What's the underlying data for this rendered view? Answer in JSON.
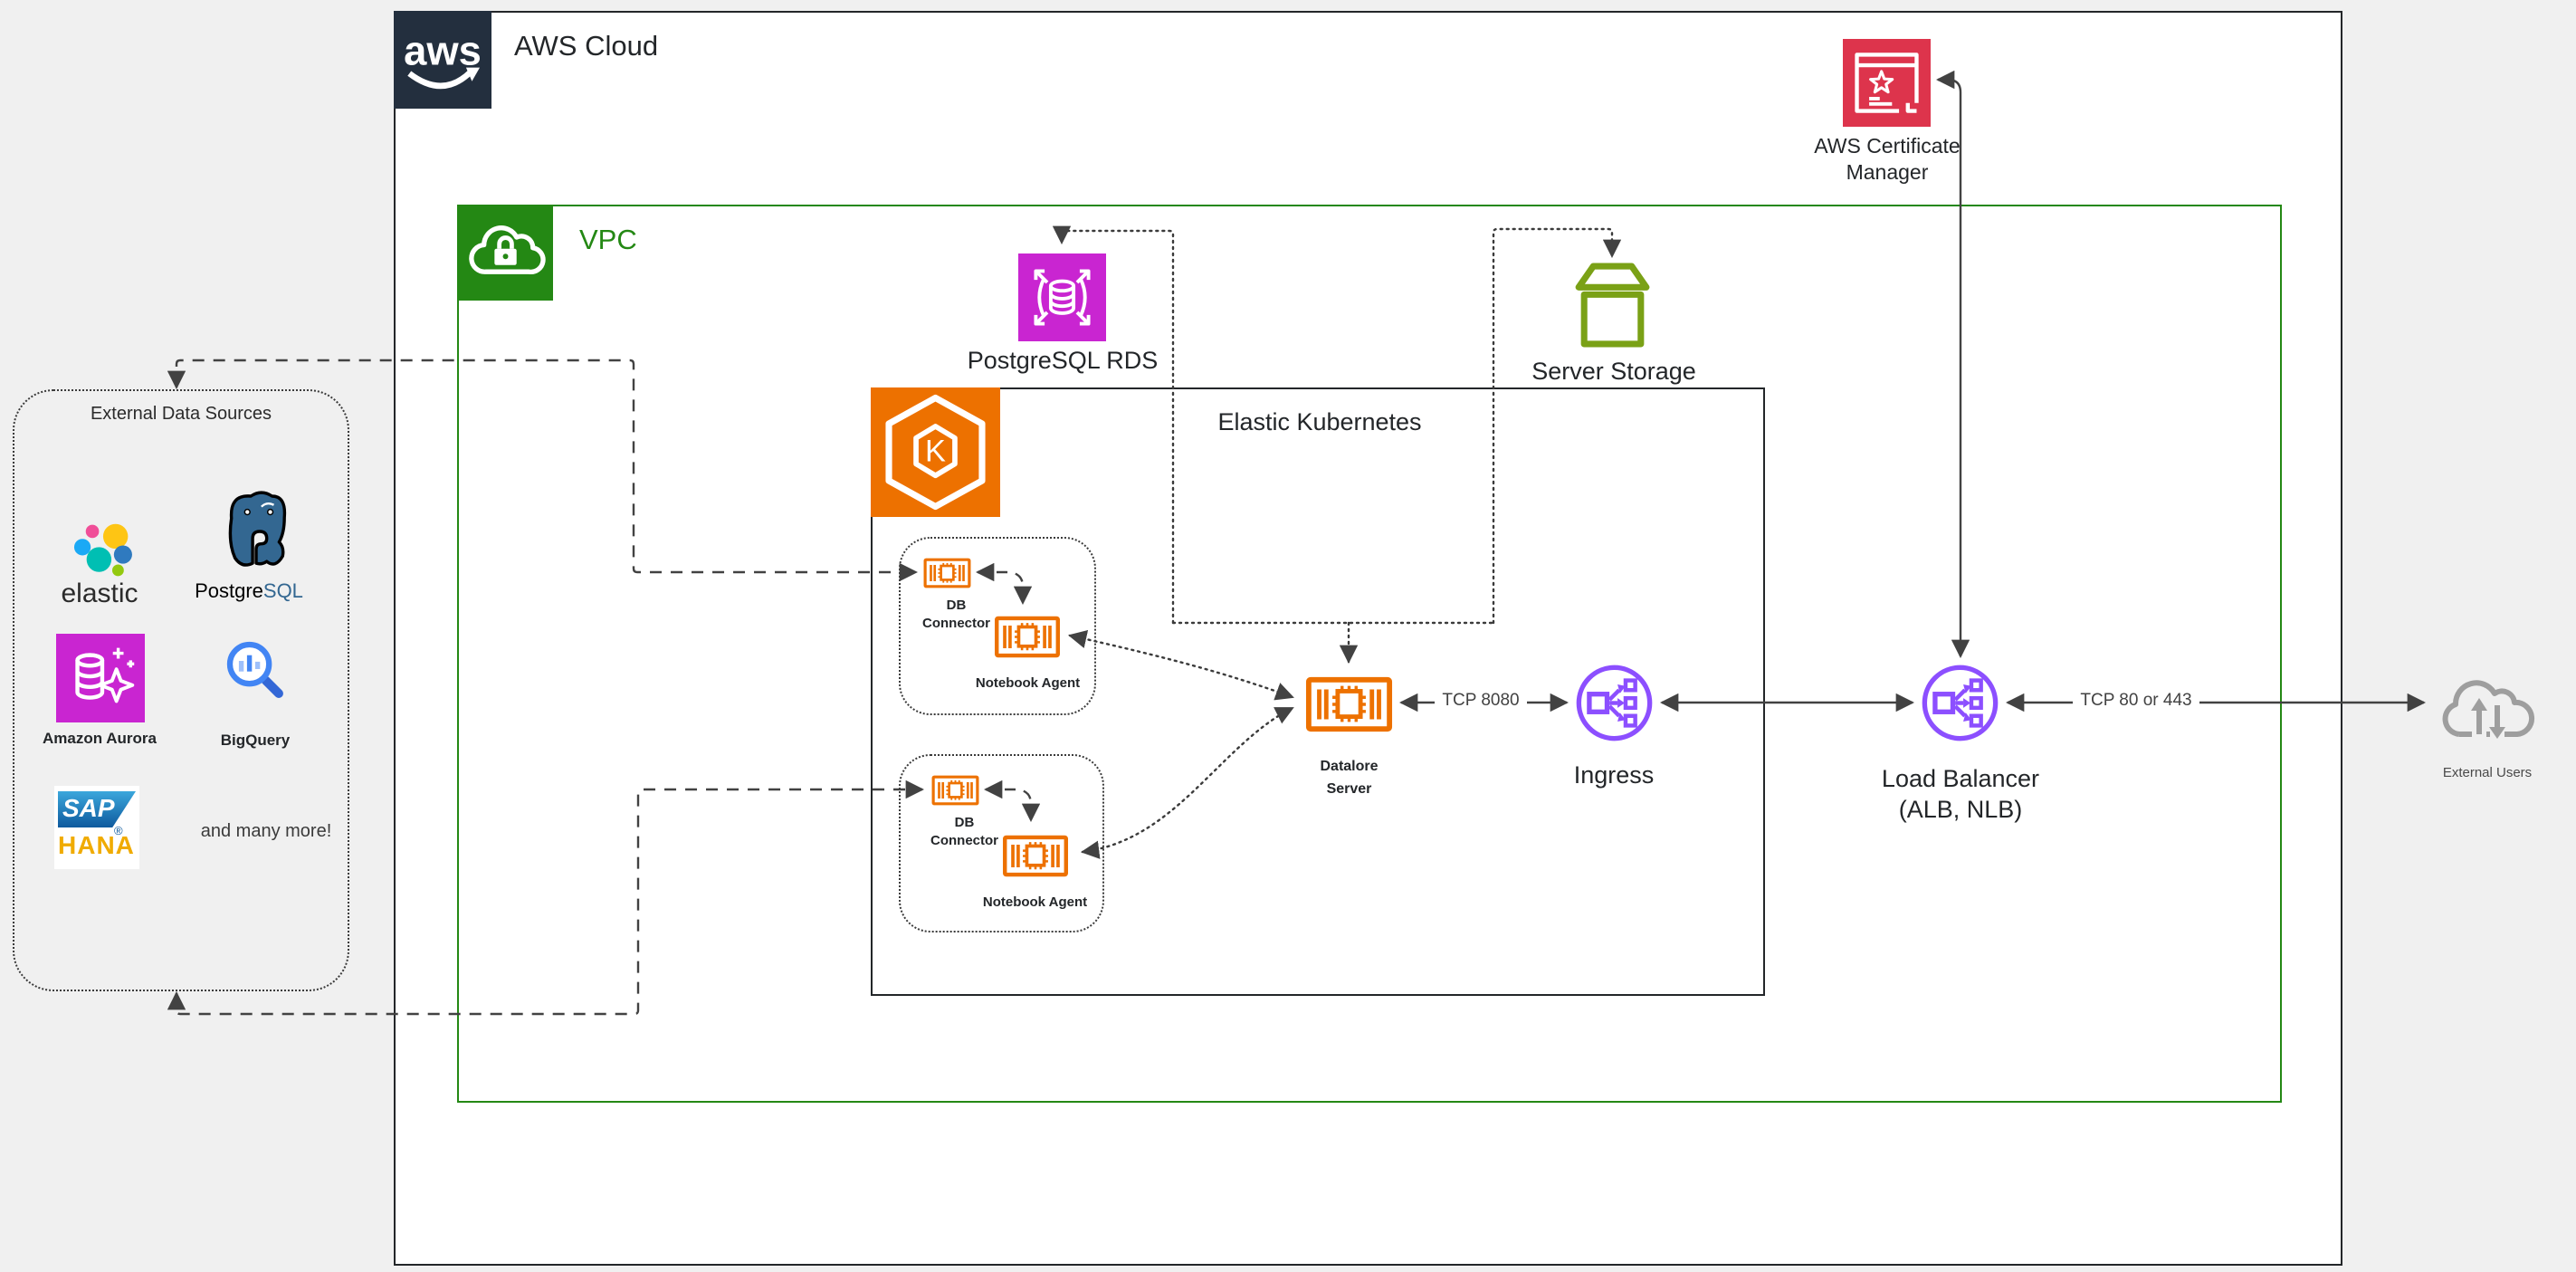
{
  "containers": {
    "aws_cloud": "AWS Cloud",
    "vpc": "VPC",
    "eks": "Elastic Kubernetes",
    "external_sources": "External Data Sources"
  },
  "nodes": {
    "certificate_manager_l1": "AWS Certificate",
    "certificate_manager_l2": "Manager",
    "postgresql_rds": "PostgreSQL RDS",
    "server_storage": "Server Storage",
    "datalore_l1": "Datalore",
    "datalore_l2": "Server",
    "ingress": "Ingress",
    "load_balancer_l1": "Load Balancer",
    "load_balancer_l2": "(ALB, NLB)",
    "external_users": "External Users"
  },
  "agent_groups": [
    {
      "db_connector_l1": "DB",
      "db_connector_l2": "Connector",
      "notebook_agent": "Notebook Agent"
    },
    {
      "db_connector_l1": "DB",
      "db_connector_l2": "Connector",
      "notebook_agent": "Notebook Agent"
    }
  ],
  "edges": {
    "tcp_8080": "TCP 8080",
    "tcp_80_443": "TCP 80 or 443"
  },
  "logos": {
    "aws_logo_text": "aws",
    "eks_letter": "K",
    "elastic": "elastic",
    "postgre": "Postgre",
    "sql": "SQL",
    "amazon_aurora": "Amazon Aurora",
    "bigquery": "BigQuery",
    "sap": "SAP",
    "registered": "®",
    "hana": "HANA",
    "more": "and many more!"
  },
  "icons": {
    "aws_logo": "aws-smile",
    "vpc": "cloud-with-lock",
    "eks": "kubernetes-hexagon-k",
    "rds": "database-with-scale-arrows",
    "server_storage": "open-box",
    "datalore_server": "server-chip",
    "db_connector": "server-chip",
    "notebook_agent": "server-chip",
    "ingress": "traffic-fanout-circle",
    "load_balancer": "traffic-fanout-circle",
    "certificate_manager": "certificate-star-document",
    "external_users": "cloud-up-down-arrows"
  },
  "colors": {
    "aws_navy": "#232F3E",
    "vpc_green": "#248814",
    "storage_green": "#7AA116",
    "compute_orange": "#ED7100",
    "database_magenta": "#C925D1",
    "network_purple": "#8C4FFF",
    "security_red": "#DD344C",
    "line_gray": "#424242",
    "canvas_gray": "#F0F0F0"
  }
}
